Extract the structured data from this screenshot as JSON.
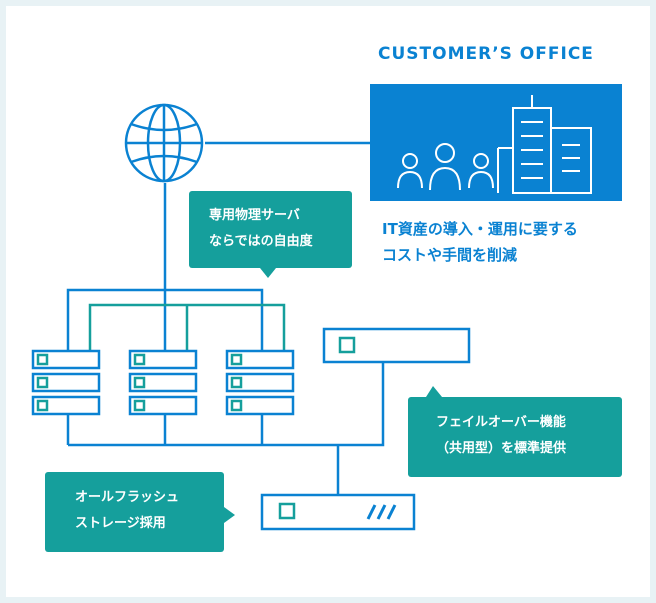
{
  "office": {
    "title": "CUSTOMER’S OFFICE",
    "desc_line1": "IT資産の導入・運用に要する",
    "desc_line2": "コストや手間を削減"
  },
  "callouts": {
    "dedicated_line1": "専用物理サーバ",
    "dedicated_line2": "ならではの自由度",
    "failover_line1": "フェイルオーバー機能",
    "failover_line2": "（共用型）を標準提供",
    "flash_line1": "オールフラッシュ",
    "flash_line2": "ストレージ採用"
  },
  "icons": {
    "globe": "globe-icon",
    "office": "office-building-icon",
    "server": "server-rack-icon",
    "storage": "storage-array-icon"
  },
  "colors": {
    "blue": "#0a82d2",
    "teal": "#159f9c",
    "background": "#e8f2f5"
  }
}
